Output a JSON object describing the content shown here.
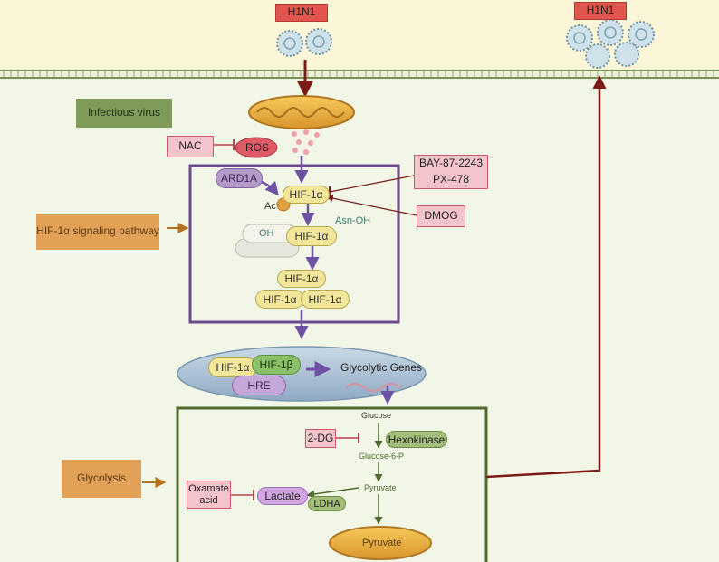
{
  "virus_left": {
    "label": "H1N1"
  },
  "virus_right": {
    "label": "H1N1"
  },
  "infectious_virus": "Infectious virus",
  "nac": "NAC",
  "ros": "ROS",
  "inhibitors": {
    "bay": "BAY-87-2243",
    "px": "PX-478",
    "dmog": "DMOG"
  },
  "ard1a": "ARD1A",
  "hif_alpha": "HIF-1α",
  "acetyl": "Ac",
  "asn_oh": "Asn-OH",
  "oh": "OH",
  "hif_pathway": "HIF-1α signaling pathway",
  "hif_beta": "HIF-1β",
  "hre": "HRE",
  "glycolytic_genes": "Glycolytic Genes",
  "glycolysis": "Glycolysis",
  "glucose": "Glucose",
  "two_dg": "2-DG",
  "hexokinase": "Hexokinase",
  "glucose6p": "Glucose-6-P",
  "pyruvate": "Pyruvate",
  "oxamate": "Oxamate acid",
  "lactate": "Lactate",
  "ldha": "LDHA",
  "pyruvate_mito": "Pyruvate",
  "colors": {
    "membrane": "#fbf6d8",
    "cytoplasm": "#f1f6e6",
    "pathway_box": "#6b4a8c",
    "glycolysis_box": "#4f6a2e",
    "arrow_red": "#7a1b18",
    "arrow_purple": "#6d52a3"
  }
}
